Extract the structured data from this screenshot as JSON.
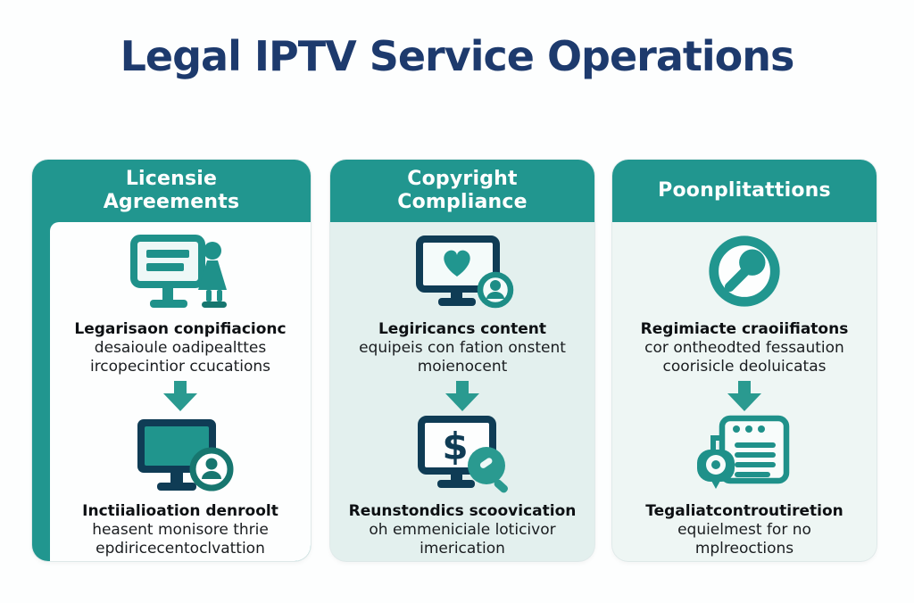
{
  "title": "Legal IPTV Service Operations",
  "colors": {
    "title_navy": "#1d3a6d",
    "teal": "#21968f",
    "teal_dark": "#17766f",
    "icon_navy": "#0f3c55",
    "arrow_teal": "#2a9a90",
    "card1_body_bg": "#fdfefe",
    "card2_body_bg": "#e3f0ee",
    "card3_body_bg": "#eef6f4",
    "text": "#1a1d20"
  },
  "columns": [
    {
      "header": "Licensie Agreements",
      "header_lines": [
        "Licensie",
        "Agreements"
      ],
      "icons": [
        "presentation-board-person-icon",
        "monitor-user-badge-icon"
      ],
      "block_top": {
        "lines": [
          "Legarisaon conpifiacionc",
          "desaioule oadipealttes",
          "ircopecintior ccucations"
        ]
      },
      "block_bottom": {
        "lines": [
          "Inctiialioation denroolt",
          "heasent monisore thrie",
          "epdiricecentoclvattion"
        ]
      }
    },
    {
      "header": "Copyright Compliance",
      "header_lines": [
        "Copyright",
        "Compliance"
      ],
      "icons": [
        "monitor-heart-user-icon",
        "monitor-dollar-magnifier-icon"
      ],
      "block_top": {
        "lines": [
          "Legiricancs content",
          "equipeis con fation onstent",
          "moienocent"
        ]
      },
      "block_bottom": {
        "lines": [
          "Reunstondics scoovication",
          "oh emmeniciale loticivor",
          "imerication"
        ]
      }
    },
    {
      "header": "Poonplitattions",
      "header_lines": [
        "Poonplitattions"
      ],
      "icons": [
        "magnifier-circle-icon",
        "webpage-pin-badge-icon"
      ],
      "block_top": {
        "lines": [
          "Regimiacte craoiifiatons",
          "cor ontheodted fessaution",
          "coorisicle deoluicatas"
        ]
      },
      "block_bottom": {
        "lines": [
          "Tegaliatcontroutiretion",
          "equielmest for no",
          "mplreoctions"
        ]
      }
    }
  ]
}
